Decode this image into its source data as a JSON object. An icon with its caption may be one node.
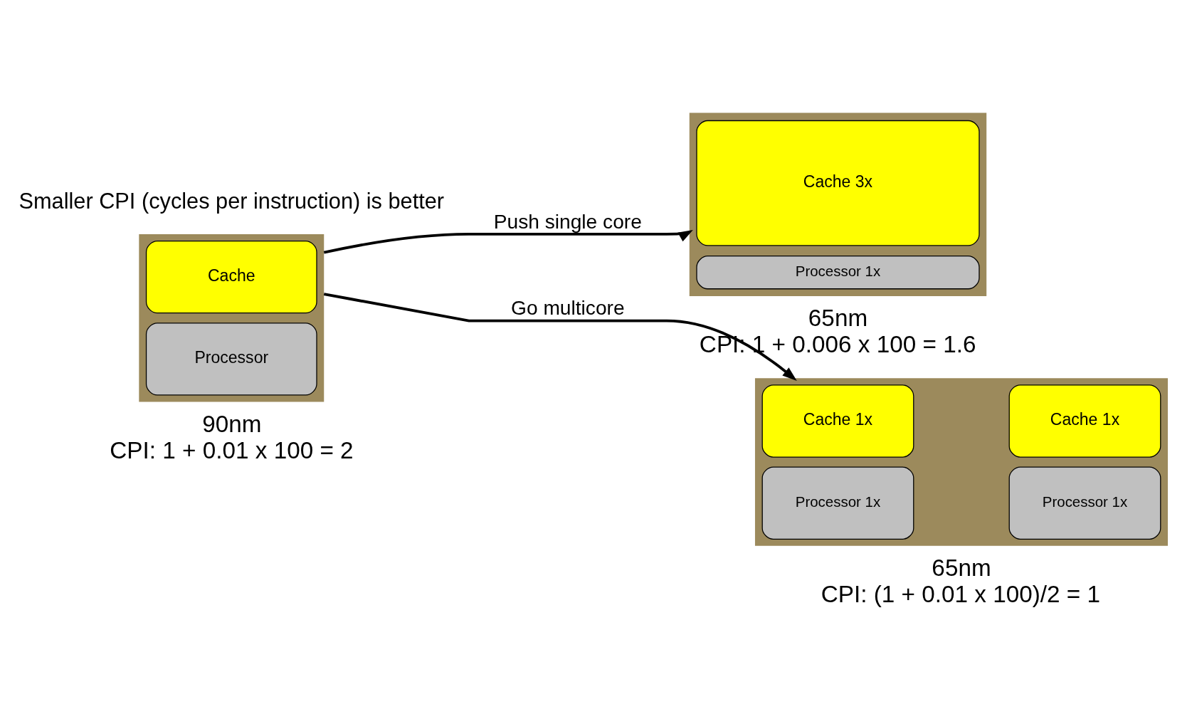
{
  "diagram": {
    "nodes": [
      {
        "text": [],
        "shape": "box",
        "beside": [
          "90nm",
          "CPI: 1 + 0.01 x 100 = 2"
        ]
      },
      {
        "text": [
          "Cache"
        ],
        "in": 0
      },
      {
        "text": [
          "Processor"
        ],
        "in": 0
      },
      {
        "text": [],
        "shape": "box",
        "beside": [
          "65nm",
          "CPI: 1 + 0.006 x 100 = 1.6"
        ]
      },
      {
        "text": [
          "Cache 3x"
        ],
        "in": 3
      },
      {
        "text": [
          "Processor 1x"
        ],
        "in": 3
      },
      {
        "text": [],
        "shape": "box",
        "beside": [
          "65nm",
          "CPI: (1 + 0.01 x 100)/2 = 1"
        ]
      },
      {
        "text": [
          "Cache 1x"
        ],
        "in": 6
      },
      {
        "text": [
          "Cache 1x"
        ],
        "in": 6
      },
      {
        "text": [
          "Processor 1x"
        ],
        "in": 6
      },
      {
        "text": [
          "Processor 1x"
        ],
        "in": 6
      }
    ],
    "edges": [
      {
        "from": 0,
        "to": 3,
        "arrow": "to",
        "label": "Push single core"
      },
      {
        "from": 0,
        "to": 6,
        "arrow": "to",
        "label": "Go multicore"
      }
    ],
    "labels": [
      "Smaller CPI (cycles per instruction) is better"
    ]
  }
}
